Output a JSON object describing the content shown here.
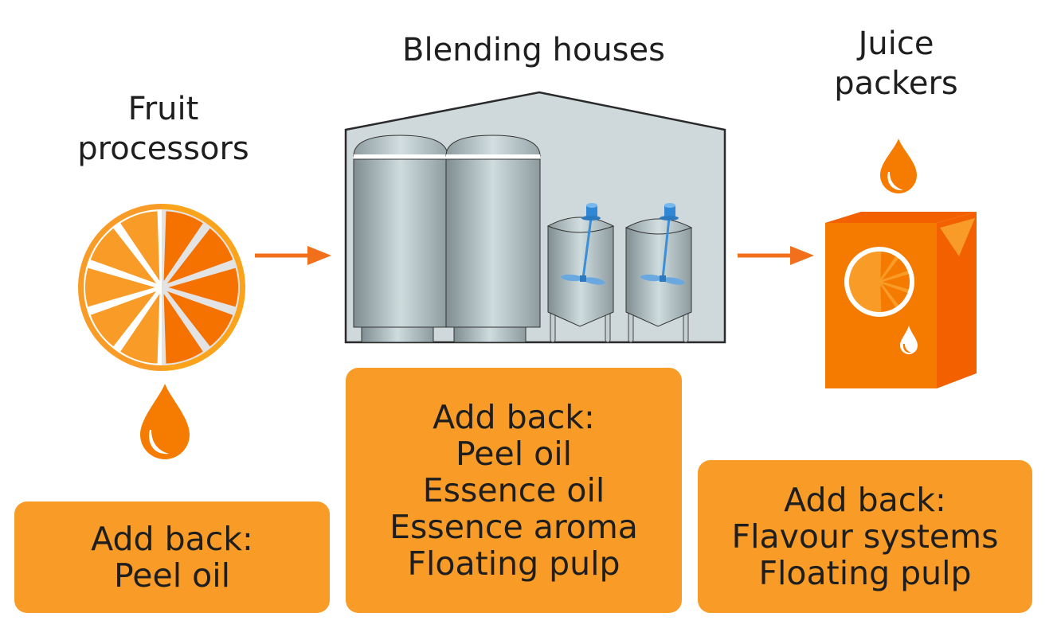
{
  "diagram": {
    "colors": {
      "orange_light": "#f89c27",
      "orange_dark": "#f57200",
      "orange_carton_side": "#f26000",
      "building_fill": "#cfd8da",
      "building_stroke": "#2a2a2a",
      "tank_steel": "#a9b4b7",
      "agitator_blue": "#3b8fd6"
    },
    "stages": [
      {
        "id": "fruit-processors",
        "title_lines": [
          "Fruit",
          "processors"
        ],
        "icon": "orange-slice-icon",
        "secondary_icon": "oil-drop-icon",
        "add_back": {
          "heading": "Add back:",
          "items": [
            "Peel oil"
          ]
        }
      },
      {
        "id": "blending-houses",
        "title_lines": [
          "Blending houses"
        ],
        "icon": "blending-house-tanks-icon",
        "add_back": {
          "heading": "Add back:",
          "items": [
            "Peel oil",
            "Essence oil",
            "Essence aroma",
            "Floating pulp"
          ]
        }
      },
      {
        "id": "juice-packers",
        "title_lines": [
          "Juice",
          "packers"
        ],
        "icon": "juice-carton-icon",
        "secondary_icon": "oil-drop-icon",
        "add_back": {
          "heading": "Add back:",
          "items": [
            "Flavour systems",
            "Floating pulp"
          ]
        }
      }
    ],
    "arrows": [
      {
        "from": "fruit-processors",
        "to": "blending-houses"
      },
      {
        "from": "blending-houses",
        "to": "juice-packers"
      }
    ]
  }
}
